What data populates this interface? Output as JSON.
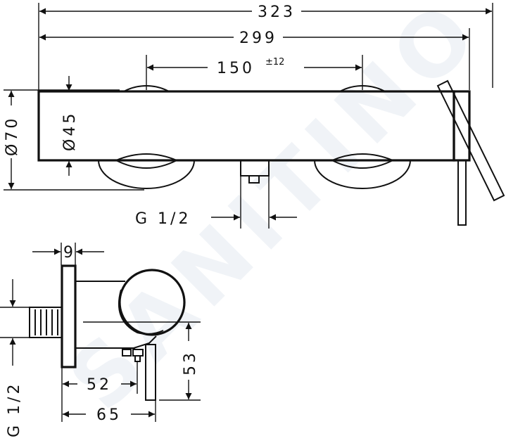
{
  "watermark": "SANITINO",
  "front_view": {
    "dim_overall": "323",
    "dim_body": "299",
    "dim_centers": "150",
    "dim_centers_tolerance": "±12",
    "dim_escutcheon_dia": "Ø70",
    "dim_body_dia": "Ø45",
    "dim_outlet_thread": "G 1/2"
  },
  "side_view": {
    "dim_plate": "9",
    "dim_52": "52",
    "dim_65": "65",
    "dim_53": "53",
    "dim_inlet_thread": "G 1/2"
  }
}
